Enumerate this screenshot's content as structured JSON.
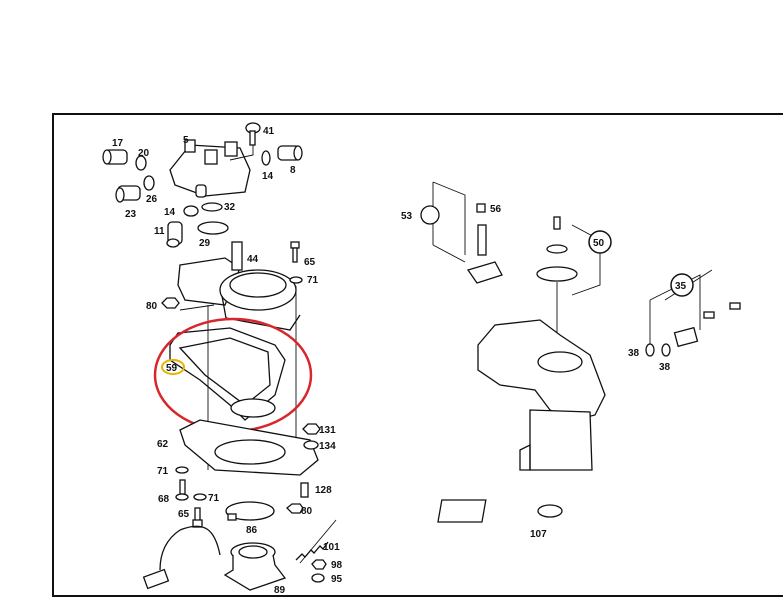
{
  "diagram": {
    "type": "exploded-parts-diagram",
    "highlight_color": "#d9262c",
    "marker_color": "#e8b400",
    "labels": [
      "17",
      "5",
      "41",
      "20",
      "14",
      "8",
      "23",
      "26",
      "14",
      "32",
      "11",
      "29",
      "44",
      "65",
      "71",
      "80",
      "59",
      "131",
      "134",
      "62",
      "71",
      "128",
      "68",
      "71",
      "65",
      "80",
      "86",
      "101",
      "98",
      "95",
      "89",
      "53",
      "56",
      "50",
      "35",
      "38",
      "38",
      "107"
    ],
    "highlighted_part": "59"
  }
}
